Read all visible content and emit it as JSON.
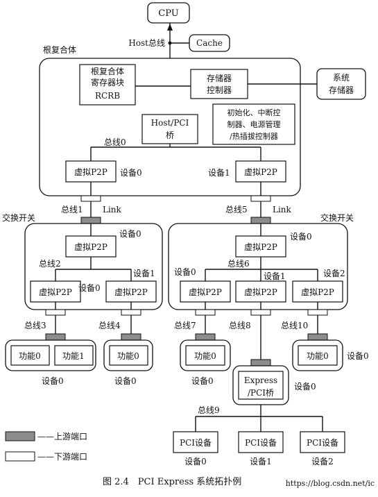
{
  "nodes": {
    "cpu": "CPU",
    "cache": "Cache",
    "host_bus": "Host总线",
    "root_complex": "根复合体",
    "rcrb": [
      "根复合体",
      "寄存器块",
      "RCRB"
    ],
    "mem_ctrl": [
      "存储器",
      "控制器"
    ],
    "sys_mem": [
      "系统",
      "存储器"
    ],
    "host_pci": [
      "Host/PCI",
      "桥"
    ],
    "init_ctrl": [
      "初始化、中断控",
      "制器、电源管理",
      "/热插拔控制器"
    ],
    "vp2p": "虚拟P2P",
    "switch": "交换开关",
    "link": "Link",
    "func0": "功能0",
    "func1": "功能1",
    "express_pci": [
      "Express",
      "/PCI桥"
    ],
    "pci_device": "PCI设备"
  },
  "labels": {
    "bus0": "总线0",
    "bus1": "总线1",
    "bus2": "总线2",
    "bus3": "总线3",
    "bus4": "总线4",
    "bus5": "总线5",
    "bus6": "总线6",
    "bus7": "总线7",
    "bus8": "总线8",
    "bus9": "总线9",
    "bus10": "总线10",
    "dev0": "设备0",
    "dev1": "设备1",
    "dev2": "设备2"
  },
  "legend": {
    "upstream": "——上游端口",
    "downstream": "——下游端口"
  },
  "caption": "图 2.4　PCI Express 系统拓扑例",
  "watermark": "https://blog.csdn.net/ic"
}
